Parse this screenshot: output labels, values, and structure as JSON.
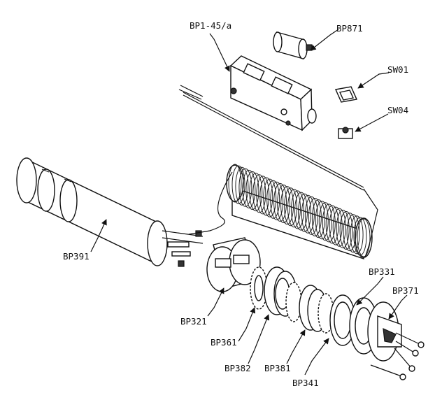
{
  "labels": {
    "bp1": "BP1-45/a",
    "bp871": "BP871",
    "sw01": "SW01",
    "sw04": "SW04",
    "bp391": "BP391",
    "bp321": "BP321",
    "bp361": "BP361",
    "bp382": "BP382",
    "bp381": "BP381",
    "bp341": "BP341",
    "bp331": "BP331",
    "bp371": "BP371"
  }
}
